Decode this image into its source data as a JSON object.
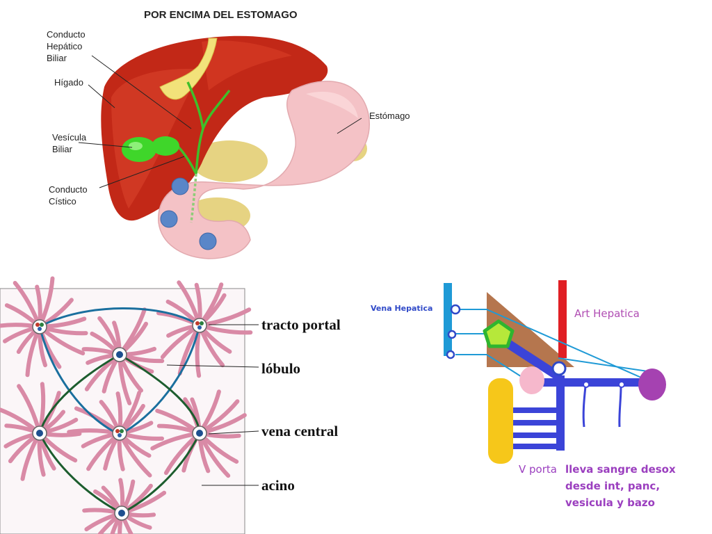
{
  "anatomy": {
    "title": "POR ENCIMA DEL ESTOMAGO",
    "labels": {
      "conducto_hepatico": [
        "Conducto",
        "Hepático",
        "Biliar"
      ],
      "higado": "Hígado",
      "vesicula": [
        "Vesícula",
        "Biliar"
      ],
      "conducto_cistico": [
        "Conducto",
        "Cístico"
      ],
      "estomago": "Estómago"
    }
  },
  "lobule": {
    "labels": {
      "tracto_portal": "tracto portal",
      "lobulo": "lóbulo",
      "vena_central": "vena central",
      "acino": "acino"
    }
  },
  "schematic": {
    "vena_hepatica": "Vena Hepatica",
    "art_hepatica": "Art Hepatica",
    "v_porta": "V porta",
    "note": [
      "lleva sangre desox",
      "desde int, panc,",
      "vesicula y bazo"
    ]
  },
  "colors": {
    "liver": "#c62a1a",
    "gallbladder": "#3fd62a",
    "stomach": "#f3c3c6",
    "pancreas": "#e3cf7a",
    "marker": "#5a86c8",
    "lobule_pink": "#d98aa6",
    "hepatic_vein": "#1f9ad6",
    "hepatic_artery": "#e01f24",
    "portal_vein": "#3b44d8",
    "text_purple": "#9b3fbf"
  }
}
